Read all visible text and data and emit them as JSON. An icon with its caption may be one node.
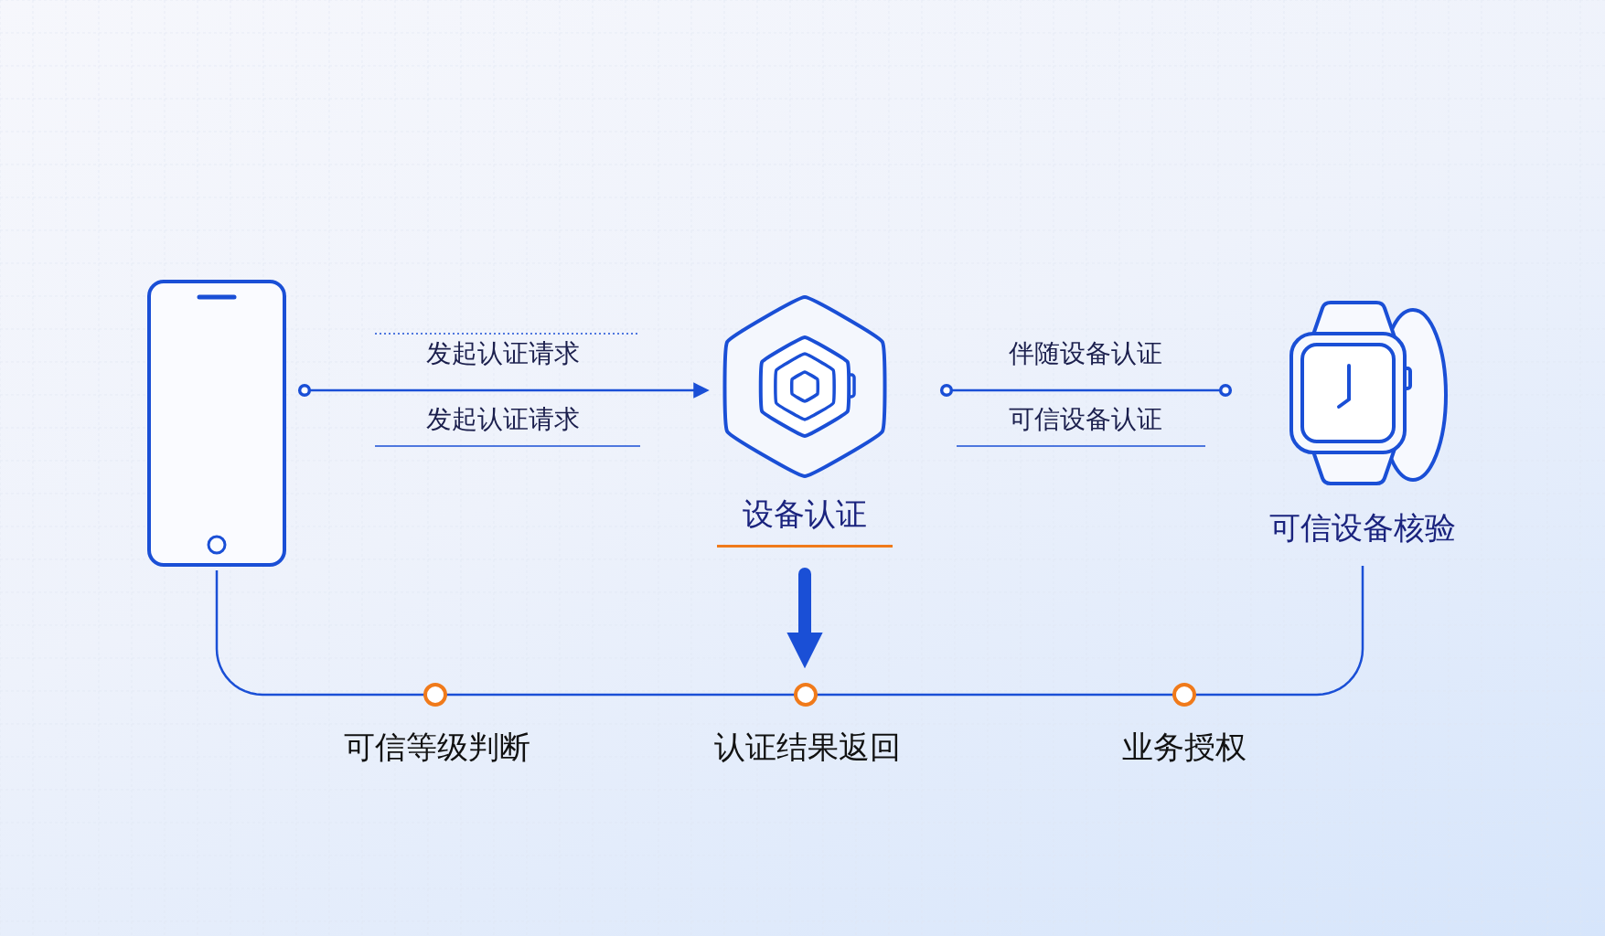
{
  "diagram": {
    "nodes": [
      {
        "text": [],
        "shape": "picture"
      },
      {
        "text": [
          "设备认证"
        ]
      },
      {
        "text": [
          "可信设备核验"
        ]
      },
      {
        "text": [
          "可信等级判断"
        ]
      },
      {
        "text": [
          "认证结果返回"
        ]
      },
      {
        "text": [
          "业务授权"
        ]
      }
    ],
    "edges": [
      {
        "from": 0,
        "to": 1,
        "arrow": "to",
        "label": "发起认证请求"
      },
      {
        "from": 1,
        "to": 2,
        "arrow": "other",
        "label": "伴随设备认证"
      },
      {
        "from": 0,
        "to": 3,
        "arrow": "none"
      },
      {
        "from": 3,
        "to": 4,
        "arrow": "none"
      },
      {
        "from": 4,
        "to": 5,
        "arrow": "none"
      },
      {
        "from": 5,
        "to": 2,
        "arrow": "none"
      },
      {
        "from": 1,
        "to": 4,
        "arrow": "to",
        "style": "thick"
      }
    ],
    "labels": [
      "发起认证请求",
      "可信设备认证"
    ]
  }
}
